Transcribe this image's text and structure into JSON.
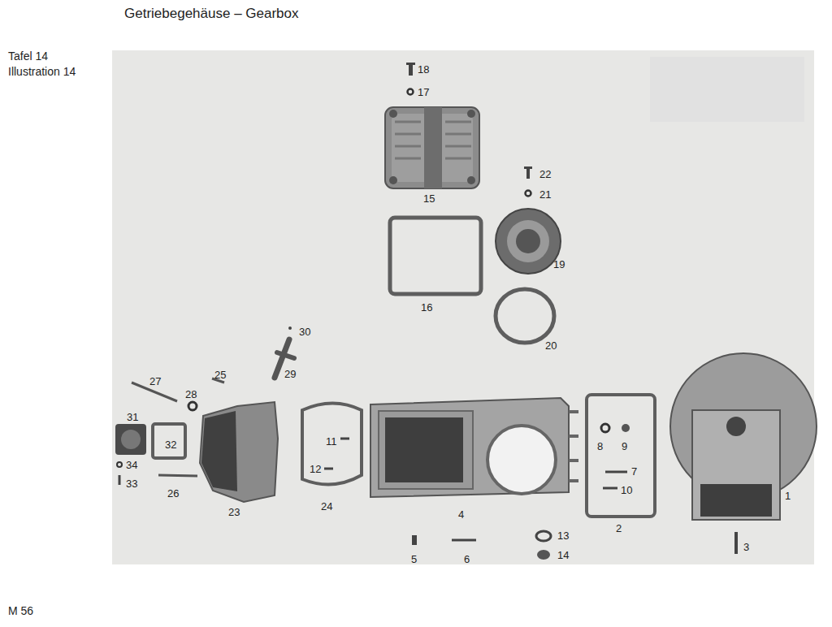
{
  "diagram": {
    "title": "Getriebegehäuse – Gearbox",
    "labels": [
      "Tafel 14",
      "Illustration 14",
      "18",
      "17",
      "15",
      "22",
      "21",
      "19",
      "16",
      "20",
      "30",
      "27",
      "29",
      "25",
      "28",
      "31",
      "11",
      "8",
      "9",
      "32",
      "12",
      "7",
      "34",
      "10",
      "33",
      "26",
      "1",
      "23",
      "24",
      "4",
      "2",
      "13",
      "14",
      "3",
      "5",
      "6",
      "M 56"
    ]
  }
}
